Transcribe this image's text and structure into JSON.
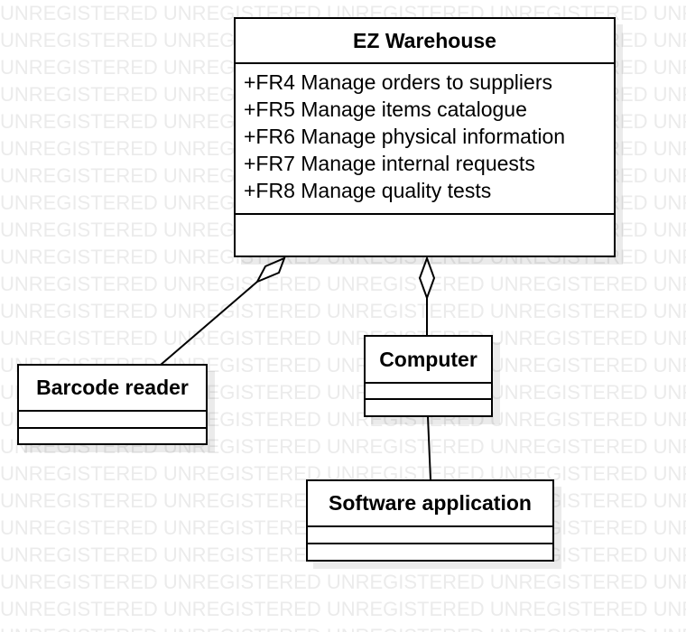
{
  "watermark": {
    "text": "UNREGISTERED"
  },
  "classes": {
    "ez_warehouse": {
      "name": "EZ Warehouse",
      "operations": [
        "+FR4 Manage orders to suppliers",
        "+FR5 Manage items catalogue",
        "+FR6 Manage physical information",
        "+FR7 Manage internal requests",
        "+FR8 Manage quality tests"
      ]
    },
    "barcode_reader": {
      "name": "Barcode reader"
    },
    "computer": {
      "name": "Computer"
    },
    "software_application": {
      "name": "Software application"
    }
  },
  "relations": [
    {
      "from": "Barcode reader",
      "to": "EZ Warehouse",
      "type": "aggregation"
    },
    {
      "from": "Computer",
      "to": "EZ Warehouse",
      "type": "aggregation"
    },
    {
      "from": "Software application",
      "to": "Computer",
      "type": "association"
    }
  ]
}
